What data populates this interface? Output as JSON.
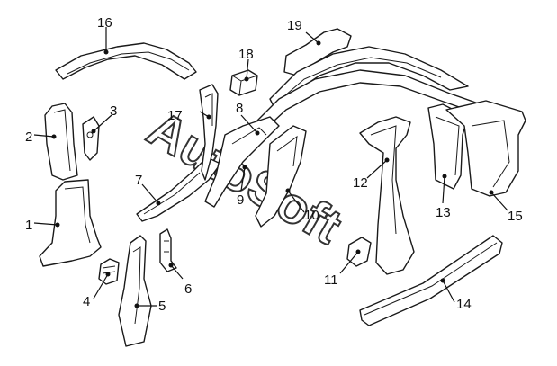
{
  "diagram": {
    "callouts": [
      "1",
      "2",
      "3",
      "4",
      "5",
      "6",
      "7",
      "8",
      "9",
      "10",
      "11",
      "12",
      "13",
      "14",
      "15",
      "16",
      "17",
      "18",
      "19"
    ],
    "watermark": "AutoSoft"
  }
}
